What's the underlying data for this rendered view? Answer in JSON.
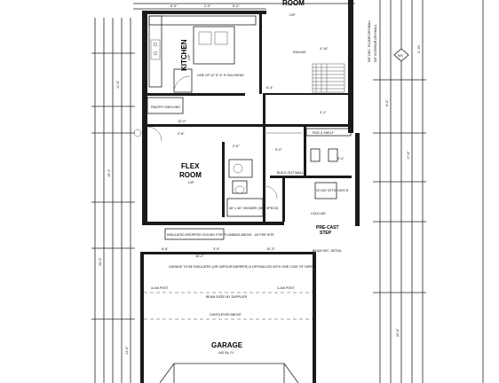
{
  "rooms": {
    "room_top": "ROOM",
    "room_top_lp": "LVP",
    "kitchen": "KITCHEN",
    "kitchen_lp": "LVP",
    "flex_line1": "FLEX",
    "flex_line2": "ROOM",
    "flex_lp": "LVP",
    "garage": "GARAGE",
    "garage_area": "445 Sq. Ft."
  },
  "notes": {
    "pantry": "PANTRY SHELVING",
    "rod_shelf": "ROD & SHELF",
    "cold_air": "COLD AIR",
    "precast_line1": "PRE-CAST",
    "precast_line2": "STEP",
    "build_out": "BUILD OUT WALL",
    "garage_insulated": "GARAGE TO BE INSULATED (OR VAPOUR BARRIER) & DRYWALLED WITH ONE COAT OF TAPING",
    "beam_supplier": "BEAM SIZED BY SUPPLIER",
    "cantilever": "CANTILEVER ABOVE",
    "insulated_ceiling": "INSULATED DROPPED CEILING FOR PLUMBING ABOVE - AS PER SITE",
    "shower": "48\" x 36\" SHOWER (SEE SPECS)",
    "attic_hatch": "22\"x30\" ATTIC HATCH",
    "line_of_sink": "LINE OF 12\" 6\" 6\" H SULKHEAD",
    "fire_rated_right": "5/8\" DEC. FLOOR DRYWALL",
    "fire_rated_right2": "5/8\" INTERIOR DRYWALL",
    "railing": "RAILING",
    "ws": "WS",
    "beam_sec": "BEAM SEC. DETAIL",
    "post_left": "4-2x6 POST",
    "post_right": "4-2x6 POST"
  },
  "dimensions": {
    "top_a": "6'-0\"",
    "top_b": "2'-0\"",
    "top_c": "5'-0\"",
    "d1": "13'-0\"",
    "d2": "6'-8\"",
    "d3": "3'-9\"",
    "d4": "10'-3\"",
    "d5": "16'-2\"",
    "d6": "5'-0\"",
    "d7": "2'-6\"",
    "d8": "4'-10\"",
    "d9": "3'-1\"",
    "d10": "2'-8\"",
    "d11": "3'-4\"",
    "d12": "11'-5\"",
    "d13": "5'-4\"",
    "d14": "23'-0\"",
    "d15": "22'-6\"",
    "d16": "19'-4\"",
    "d17": "17'-6\"",
    "d18": "14'-0\"",
    "d19": "8'-0\"",
    "d20": "2'-10\""
  }
}
